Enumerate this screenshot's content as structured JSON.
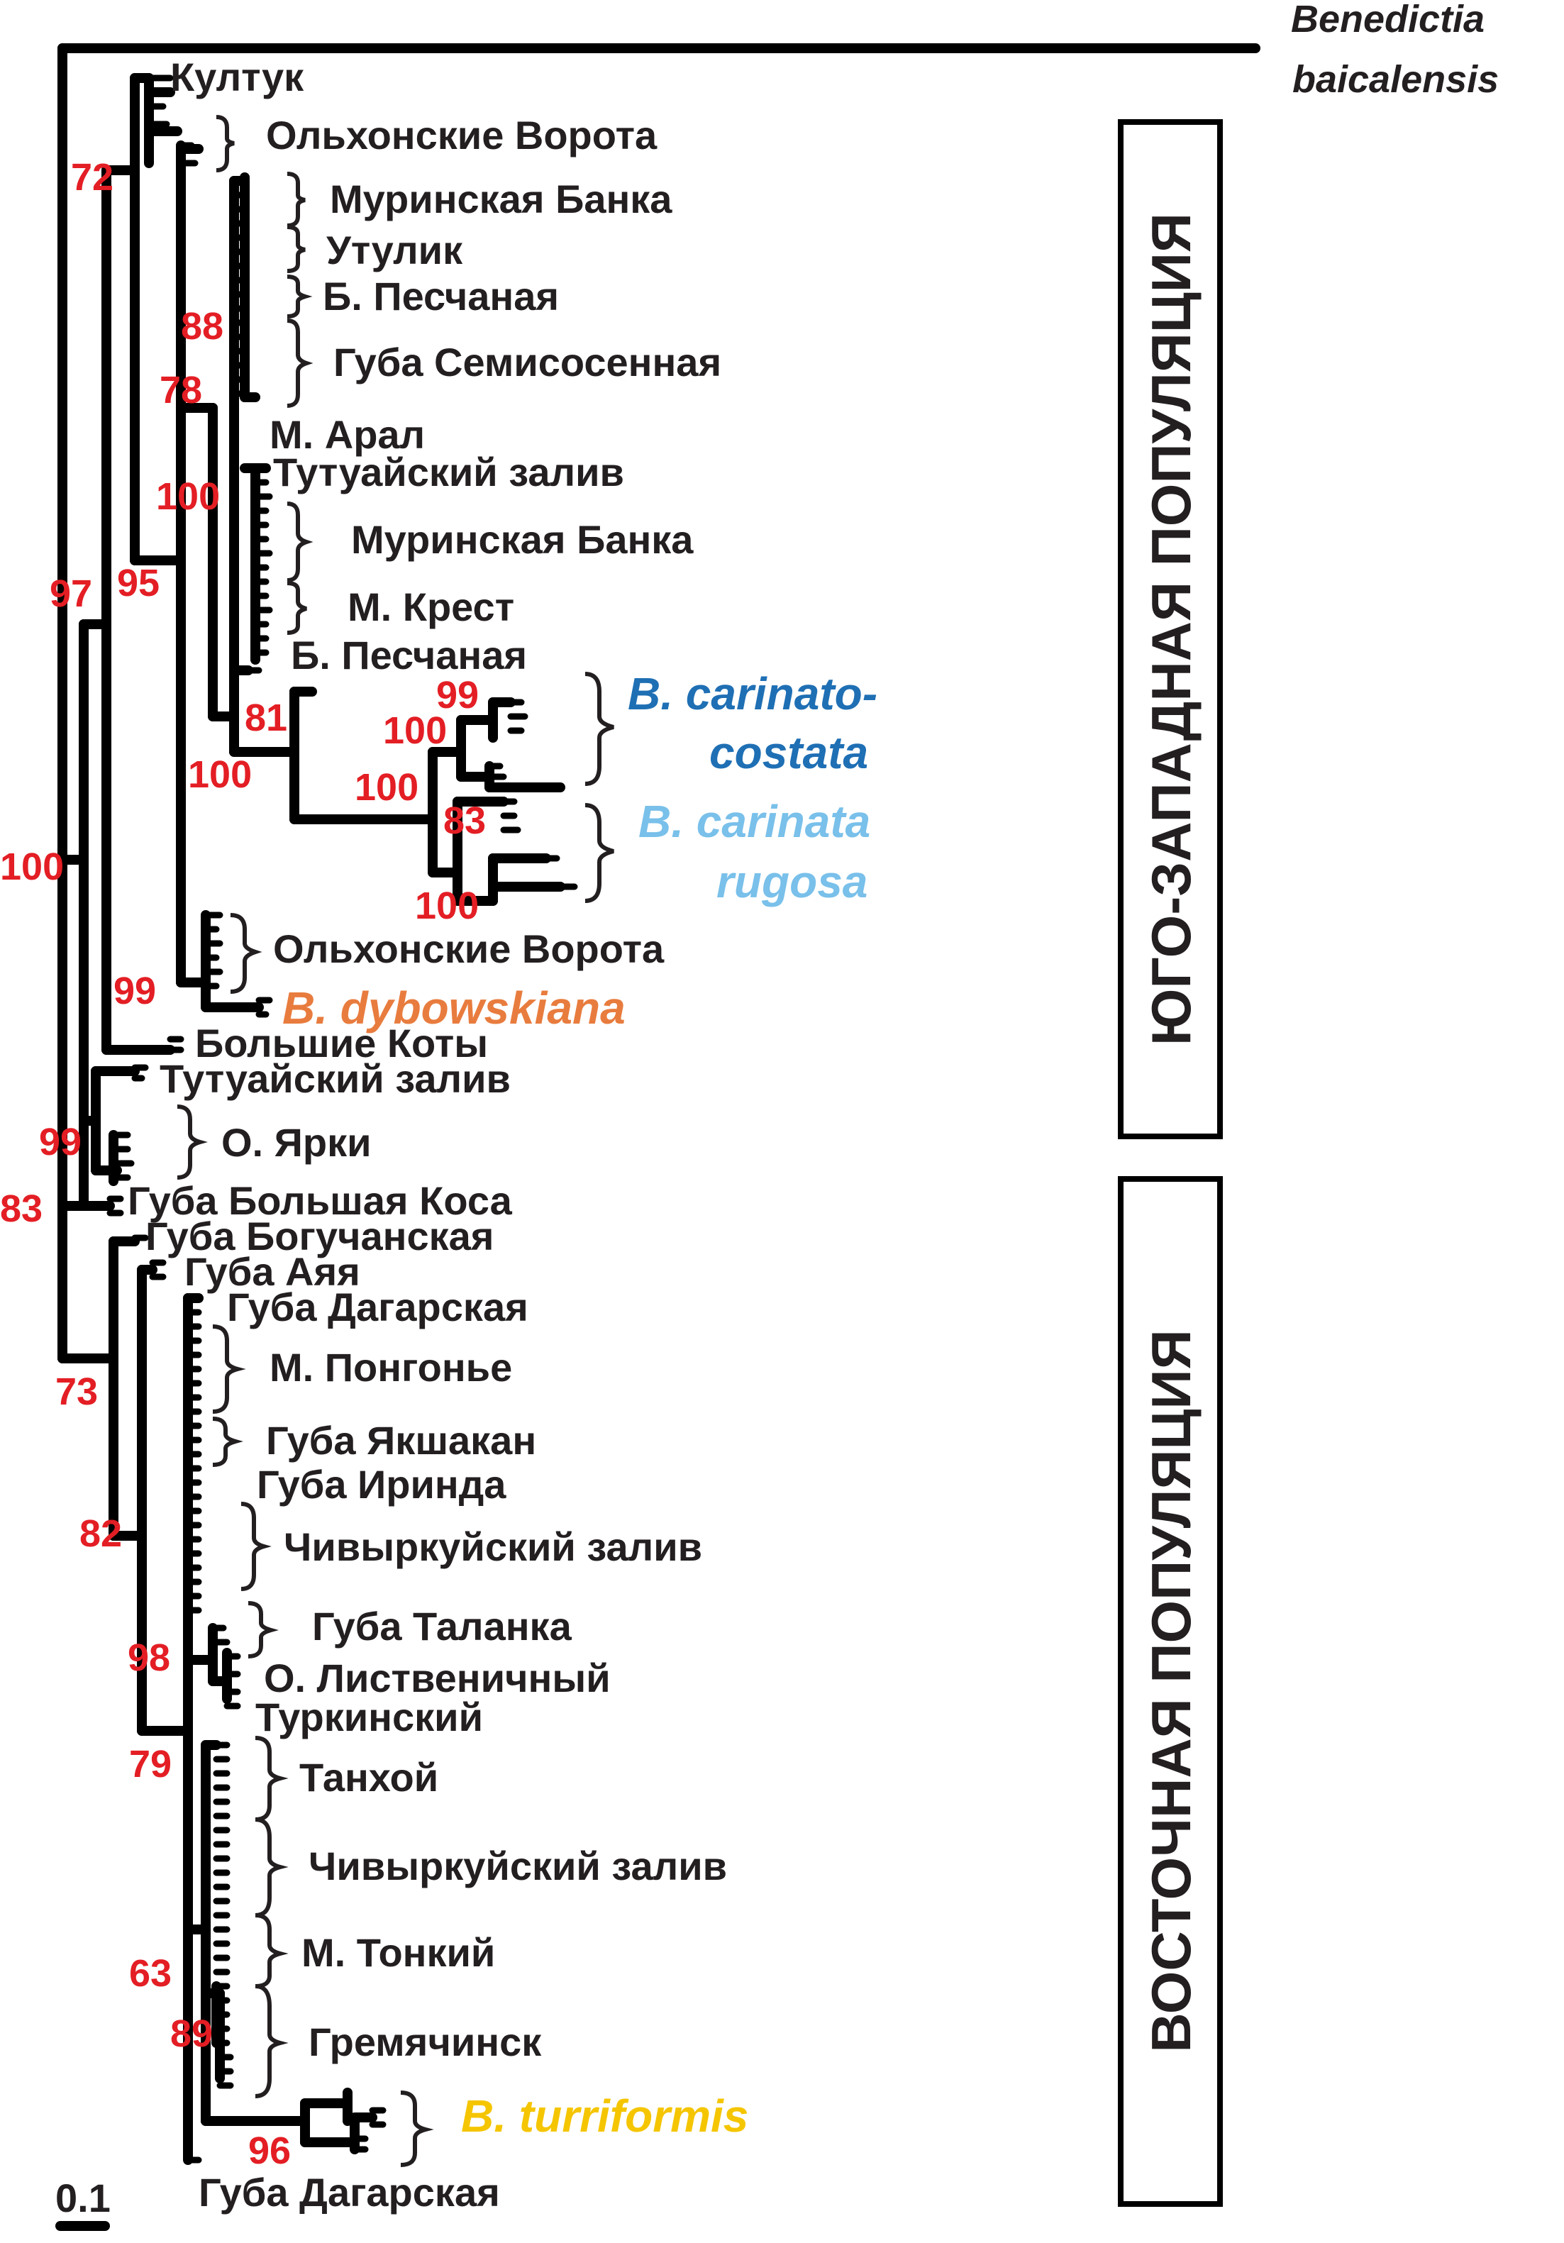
{
  "outgroup": {
    "line1": "Benedictia",
    "line2": "baicalensis"
  },
  "populations": [
    {
      "label": "ЮГО-ЗАПАДНАЯ ПОПУЛЯЦИЯ"
    },
    {
      "label": "ВОСТОЧНАЯ ПОПУЛЯЦИЯ"
    }
  ],
  "localities": [
    {
      "label": "Култук"
    },
    {
      "label": "Ольхонские Ворота"
    },
    {
      "label": "Муринская Банка"
    },
    {
      "label": "Утулик"
    },
    {
      "label": "Б. Песчаная"
    },
    {
      "label": "Губа Семисосенная"
    },
    {
      "label": "М. Арал"
    },
    {
      "label": "Тутуайский залив"
    },
    {
      "label": "Муринская Банка"
    },
    {
      "label": "М. Крест"
    },
    {
      "label": "Б. Песчаная"
    },
    {
      "label": "Ольхонские Ворота"
    },
    {
      "label": "Большие Коты"
    },
    {
      "label": "Тутуайский залив"
    },
    {
      "label": "О. Ярки"
    },
    {
      "label": "Губа Большая Коса"
    },
    {
      "label": "Губа Богучанская"
    },
    {
      "label": "Губа Аяя"
    },
    {
      "label": "Губа Дагарская"
    },
    {
      "label": "М. Понгонье"
    },
    {
      "label": "Губа Якшакан"
    },
    {
      "label": "Губа Иринда"
    },
    {
      "label": "Чивыркуйский залив"
    },
    {
      "label": "Губа Таланка"
    },
    {
      "label": "О. Лиственичный"
    },
    {
      "label": "Туркинский"
    },
    {
      "label": "Танхой"
    },
    {
      "label": "Чивыркуйский залив"
    },
    {
      "label": "М. Тонкий"
    },
    {
      "label": "Гремячинск"
    },
    {
      "label": "Губа Дагарская"
    }
  ],
  "species": [
    {
      "line1": "B. carinato-",
      "line2": "costata",
      "color": "#1f6fb4"
    },
    {
      "line1": "B. carinata",
      "line2": "rugosa",
      "color": "#79c0ea"
    },
    {
      "line1": "B. dybowskiana",
      "line2": "",
      "color": "#e87c3e"
    },
    {
      "line1": "B. turriformis",
      "line2": "",
      "color": "#f5c500"
    }
  ],
  "bootstrap": [
    "72",
    "88",
    "78",
    "100",
    "97",
    "95",
    "81",
    "100",
    "99",
    "100",
    "100",
    "83",
    "100",
    "99",
    "100",
    "99",
    "83",
    "73",
    "82",
    "98",
    "79",
    "63",
    "89",
    "96"
  ],
  "scale_bar": {
    "label": "0.1"
  },
  "colors": {
    "bootstrap": "#e31e24",
    "tree": "#000000",
    "text": "#231f20"
  }
}
